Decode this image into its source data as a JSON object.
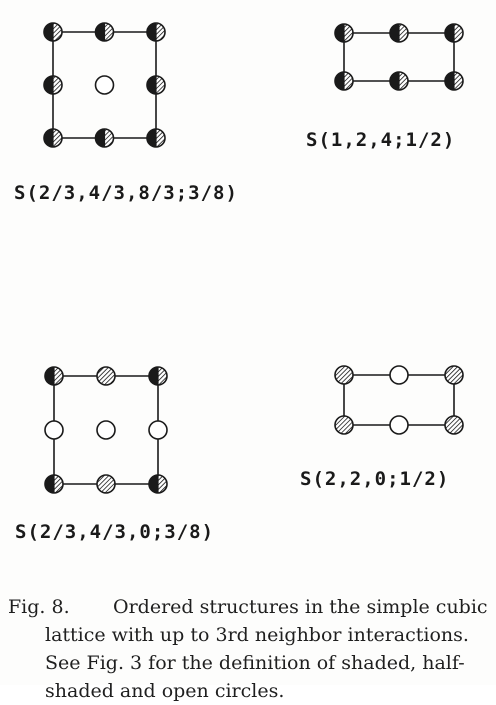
{
  "figure": {
    "labels": {
      "top_right": "S(1,2,4;1/2)",
      "top_left": "S(2/3,4/3,8/3;3/8)",
      "bottom_right": "S(2,2,0;1/2)",
      "bottom_left": "S(2/3,4/3,0;3/8)"
    },
    "site_types": [
      "half-shaded",
      "shaded",
      "open"
    ],
    "structures": [
      {
        "id": "S(2/3,4/3,8/3;3/8)",
        "sites": [
          [
            "half-shaded",
            "half-shaded",
            "half-shaded"
          ],
          [
            "half-shaded",
            "open",
            "half-shaded"
          ],
          [
            "half-shaded",
            "half-shaded",
            "half-shaded"
          ]
        ]
      },
      {
        "id": "S(1,2,4;1/2)",
        "sites": [
          [
            "half-shaded",
            "half-shaded",
            "half-shaded"
          ],
          [
            "half-shaded",
            "half-shaded",
            "half-shaded"
          ]
        ]
      },
      {
        "id": "S(2/3,4/3,0;3/8)",
        "sites": [
          [
            "half-shaded",
            "shaded",
            "half-shaded"
          ],
          [
            "open",
            "open",
            "open"
          ],
          [
            "half-shaded",
            "shaded",
            "half-shaded"
          ]
        ]
      },
      {
        "id": "S(2,2,0;1/2)",
        "sites": [
          [
            "shaded",
            "open",
            "shaded"
          ],
          [
            "shaded",
            "open",
            "shaded"
          ]
        ]
      }
    ]
  },
  "caption": {
    "head": "Fig. 8.",
    "body": "Ordered structures in the simple cubic lattice with up to 3rd neighbor interactions. See Fig. 3 for the definition of shaded, half-shaded and open circles."
  },
  "colors": {
    "ink": "#1a1a1a",
    "paper": "#fdfdfc"
  }
}
